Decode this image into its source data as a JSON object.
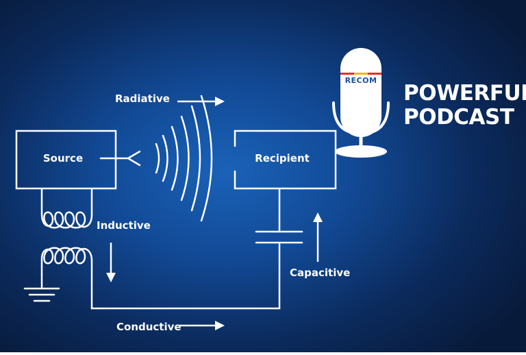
{
  "diagram": {
    "source_label": "Source",
    "recipient_label": "Recipient",
    "radiative_label": "Radiative",
    "inductive_label": "Inductive",
    "capacitive_label": "Capacitive",
    "conductive_label": "Conductive"
  },
  "branding": {
    "logo_text": "RECOM",
    "title_line1": "POWERFUL",
    "title_line2": "PODCAST"
  },
  "colors": {
    "background_center": "#1a62b8",
    "background_edge": "#081a3a",
    "line": "#ffffff",
    "logo_blue": "#1b4d9c",
    "logo_red": "#e0312a",
    "logo_yellow": "#f2b51d"
  },
  "icons": [
    "microphone-icon",
    "ground-icon",
    "capacitor-icon",
    "coil-icon",
    "antenna-icon",
    "arrow-icon"
  ]
}
